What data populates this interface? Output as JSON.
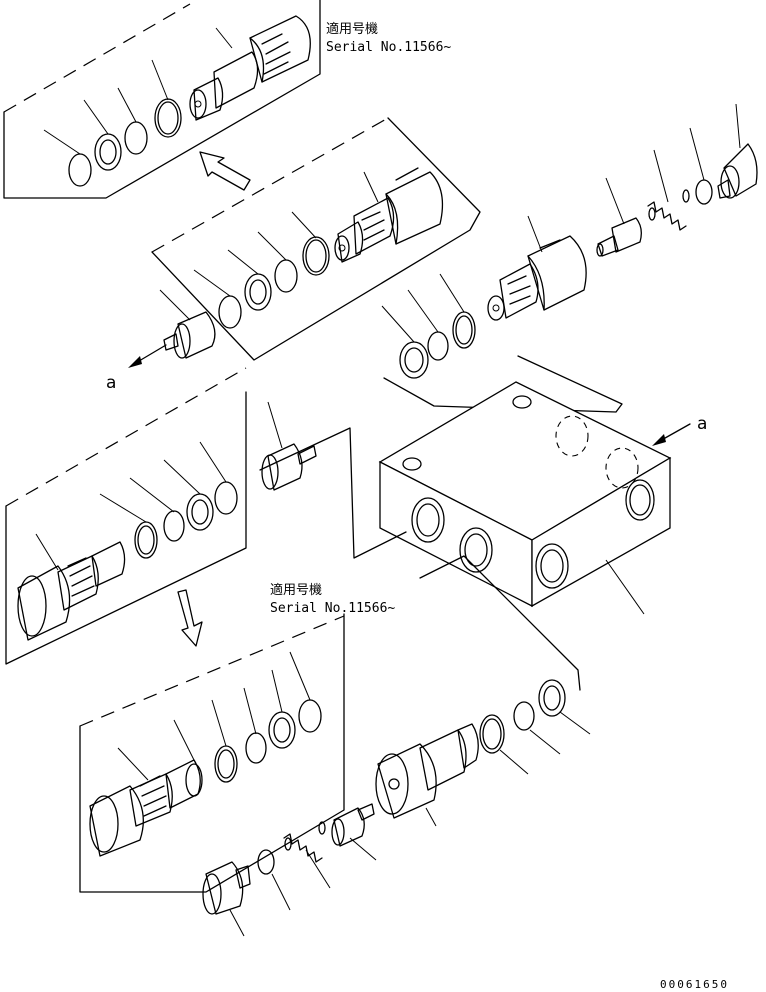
{
  "note_top": {
    "jp": "適用号機",
    "serial": "Serial No.11566~"
  },
  "note_bottom": {
    "jp": "適用号機",
    "serial": "Serial No.11566~"
  },
  "view_marker_left": "a",
  "view_marker_right": "a",
  "drawing_number": "00061650"
}
